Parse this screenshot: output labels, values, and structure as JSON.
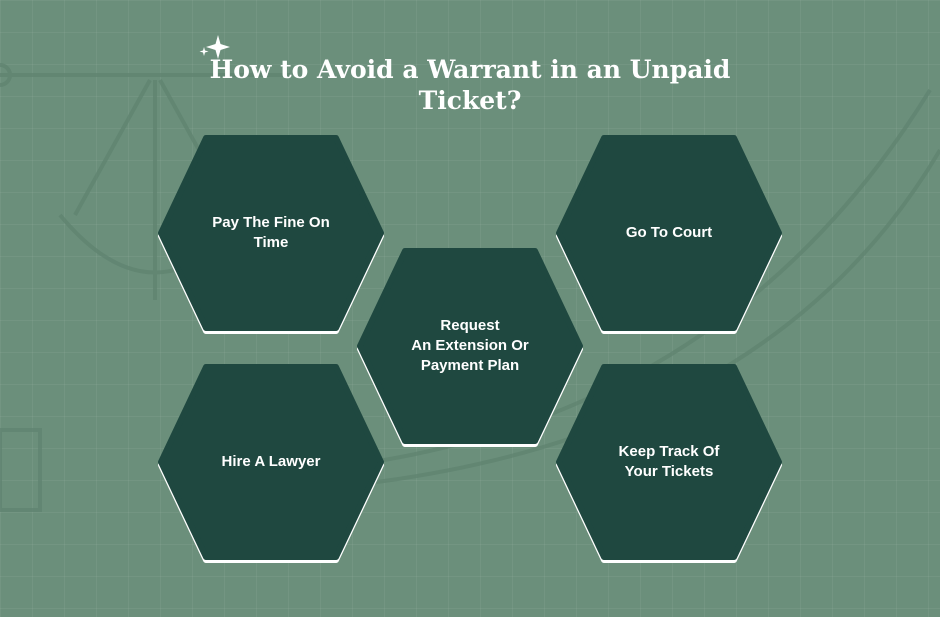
{
  "title": "How to Avoid a Warrant in an Unpaid Ticket?",
  "colors": {
    "background": "#6b8f7b",
    "hexagon_fill": "#1f4840",
    "hexagon_outline": "#ffffff",
    "text": "#ffffff"
  },
  "icons": [
    "sparkle-icon",
    "scales-of-justice-watermark"
  ],
  "steps": [
    {
      "label": "Pay The Fine On\nTime"
    },
    {
      "label": "Go To Court"
    },
    {
      "label": "Request\nAn Extension Or\nPayment Plan"
    },
    {
      "label": "Hire A Lawyer"
    },
    {
      "label": "Keep Track Of\nYour Tickets"
    }
  ]
}
